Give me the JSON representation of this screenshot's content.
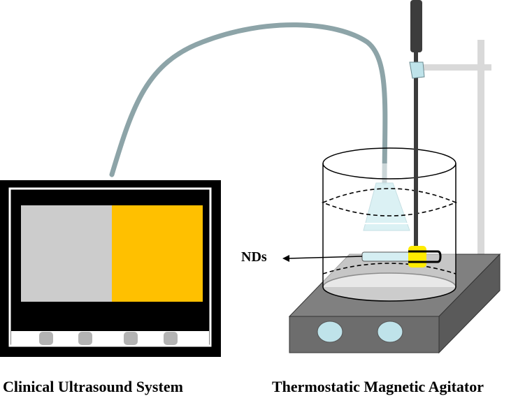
{
  "labels": {
    "nds": "NDs",
    "ultrasound_system": "Clinical Ultrasound System",
    "agitator": "Thermostatic Magnetic Agitator"
  },
  "colors": {
    "cable": "#8da4a8",
    "monitor_frame": "#000000",
    "screen_left": "#cccccc",
    "screen_right": "#ffc000",
    "knob": "#b3b3b3",
    "agitator_top": "#808080",
    "agitator_front": "#6d6d6d",
    "agitator_side": "#5a5a5a",
    "dial": "#bfe3ea",
    "stand": "#d9d9d9",
    "probe": "#d5eef2",
    "stir_rod": "#3c3c3c",
    "clamp": "#ffeb00"
  },
  "icons": {
    "knobs": "rounded-rect-knob",
    "dials": "ellipse-dial"
  }
}
